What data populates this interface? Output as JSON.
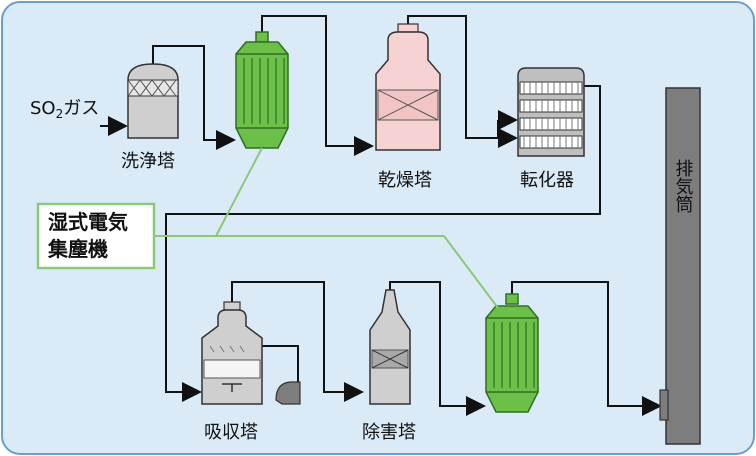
{
  "labels": {
    "input_gas_prefix": "SO",
    "input_gas_sub": "2",
    "input_gas_suffix": "ガス",
    "washing_tower": "洗浄塔",
    "drying_tower": "乾燥塔",
    "converter": "転化器",
    "absorption_tower": "吸収塔",
    "abatement_tower": "除害塔",
    "stack": "排気筒",
    "esp_line1": "湿式電気",
    "esp_line2": "集塵機"
  },
  "colors": {
    "background": "#daeaf6",
    "border": "#6a9fcb",
    "esp_green": "#6cc04a",
    "esp_dark": "#2f6f1e",
    "callout_green": "#8bc97a",
    "tower_gray": "#cfcfcf",
    "drying_pink": "#f6d2d2",
    "stack_gray": "#7d7d7d"
  }
}
